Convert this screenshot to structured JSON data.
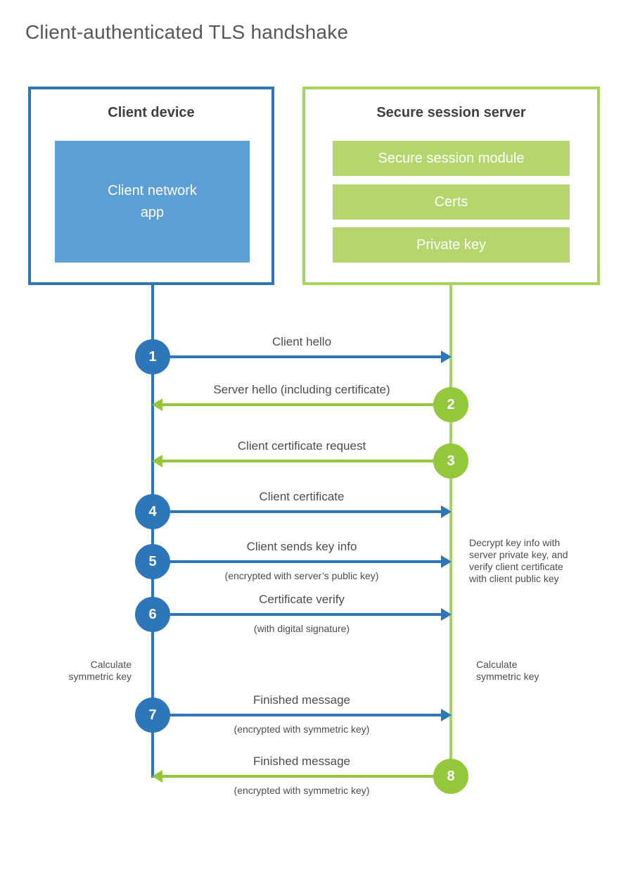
{
  "title": "Client-authenticated TLS handshake",
  "client_box": {
    "title": "Client device",
    "app_label": "Client network\napp"
  },
  "server_box": {
    "title": "Secure session server",
    "modules": [
      "Secure session module",
      "Certs",
      "Private key"
    ]
  },
  "steps": [
    {
      "num": "1",
      "dir": "right",
      "label": "Client hello",
      "sub": ""
    },
    {
      "num": "2",
      "dir": "left",
      "label": "Server hello (including certificate)",
      "sub": ""
    },
    {
      "num": "3",
      "dir": "left",
      "label": "Client certificate request",
      "sub": ""
    },
    {
      "num": "4",
      "dir": "right",
      "label": "Client certificate",
      "sub": ""
    },
    {
      "num": "5",
      "dir": "right",
      "label": "Client sends key info",
      "sub": "(encrypted with server’s public key)"
    },
    {
      "num": "6",
      "dir": "right",
      "label": "Certificate verify",
      "sub": "(with digital signature)"
    },
    {
      "num": "7",
      "dir": "right",
      "label": "Finished message",
      "sub": "(encrypted with symmetric key)"
    },
    {
      "num": "8",
      "dir": "left",
      "label": "Finished message",
      "sub": "(encrypted with symmetric key)"
    }
  ],
  "annotations": {
    "calc_left": "Calculate\nsymmetric key",
    "calc_right": "Calculate\nsymmetric key",
    "decrypt_note": "Decrypt key info with\nserver private key, and\nverify client certificate\nwith client public key"
  },
  "colors": {
    "blue": "#2e76ba",
    "blue_fill": "#5d9ed6",
    "green": "#94c83c",
    "green_light": "#a6d25f",
    "green_fill": "#b5d66d"
  }
}
